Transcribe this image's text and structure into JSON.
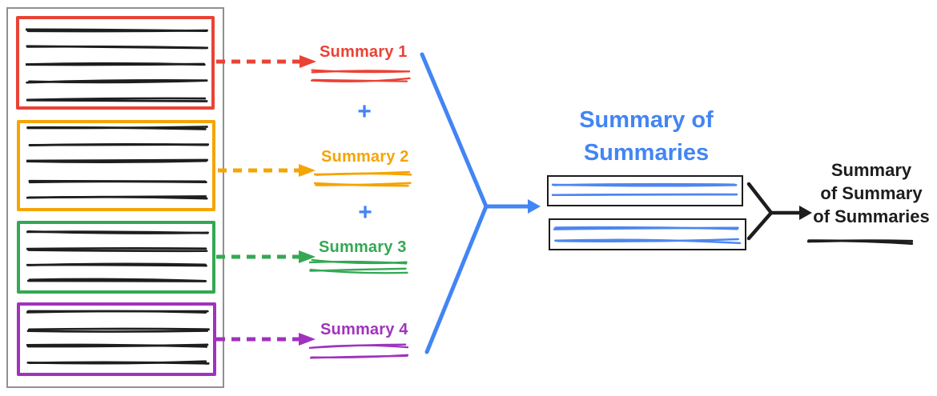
{
  "diagram": {
    "description": "map-reduce summarization flow",
    "source_documents": {
      "count": 4,
      "items": [
        {
          "name": "document-1",
          "color": "#E94335",
          "text_line_count": 5
        },
        {
          "name": "document-2",
          "color": "#F5A402",
          "text_line_count": 5
        },
        {
          "name": "document-3",
          "color": "#34A853",
          "text_line_count": 4
        },
        {
          "name": "document-4",
          "color": "#A032BE",
          "text_line_count": 4
        }
      ]
    },
    "summaries": [
      {
        "label": "Summary 1",
        "color": "#E94335"
      },
      {
        "label": "Summary 2",
        "color": "#F5A402"
      },
      {
        "label": "Summary 3",
        "color": "#34A853"
      },
      {
        "label": "Summary 4",
        "color": "#A032BE"
      }
    ],
    "plus_sign": "+",
    "aggregate": {
      "title": "Summary of Summaries",
      "color": "#4285F4",
      "box_count": 2
    },
    "final": {
      "lines": [
        "Summary",
        "of Summary",
        "of Summaries"
      ],
      "color": "#1d1d1d"
    }
  }
}
